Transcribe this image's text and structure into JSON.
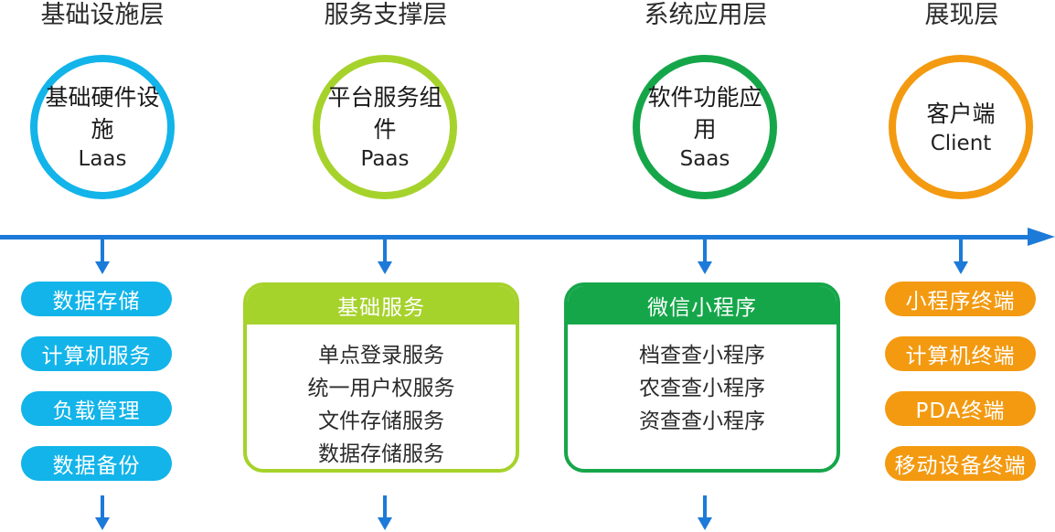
{
  "colors": {
    "blue": "#12b4e9",
    "lime": "#a6d22c",
    "green": "#16a64a",
    "orange": "#f39a11",
    "arrow": "#1c7ad8"
  },
  "layers": [
    {
      "title": "基础设施层",
      "circle_cn": "基础硬件设施",
      "circle_en": "Laas"
    },
    {
      "title": "服务支撑层",
      "circle_cn": "平台服务组件",
      "circle_en": "Paas"
    },
    {
      "title": "系统应用层",
      "circle_cn": "软件功能应用",
      "circle_en": "Saas"
    },
    {
      "title": "展现层",
      "circle_cn": "客户端",
      "circle_en": "Client"
    }
  ],
  "infrastructure_items": [
    "数据存储",
    "计算机服务",
    "负载管理",
    "数据备份"
  ],
  "platform_card": {
    "header": "基础服务",
    "items": [
      "单点登录服务",
      "统一用户权服务",
      "文件存储服务",
      "数据存储服务"
    ]
  },
  "application_card": {
    "header": "微信小程序",
    "items": [
      "档查查小程序",
      "农查查小程序",
      "资查查小程序"
    ]
  },
  "client_items": [
    "小程序终端",
    "计算机终端",
    "PDA终端",
    "移动设备终端"
  ]
}
